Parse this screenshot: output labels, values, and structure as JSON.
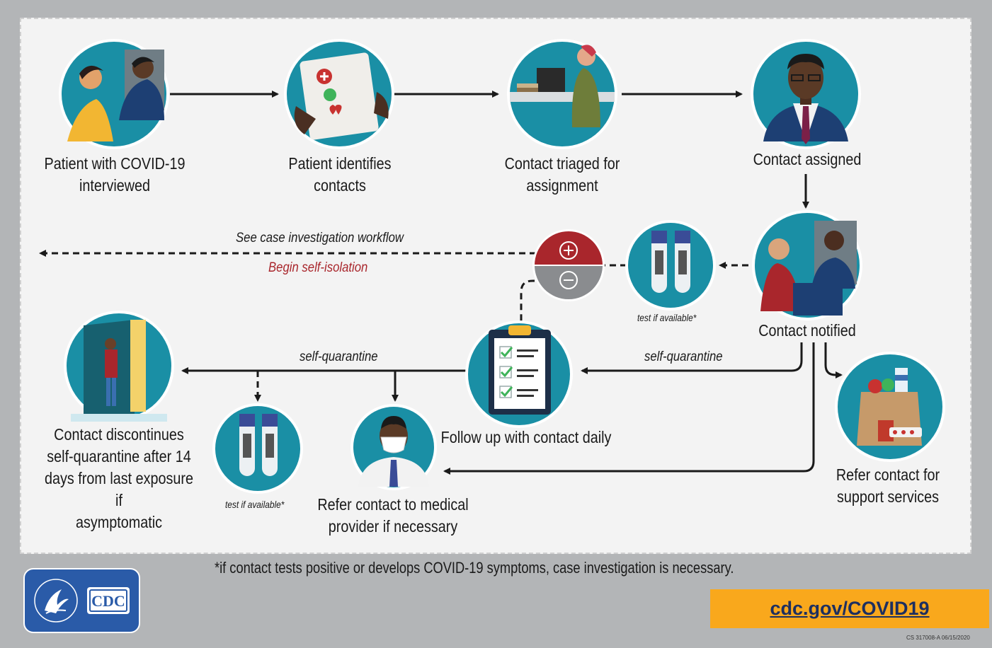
{
  "steps": {
    "interview": [
      "Patient with COVID-19",
      "interviewed"
    ],
    "identify": "Patient identifies contacts",
    "triage": [
      "Contact triaged for",
      "assignment"
    ],
    "assigned": "Contact assigned",
    "notified": "Contact notified",
    "followup": "Follow up with contact daily",
    "discontinue": [
      "Contact discontinues",
      "self-quarantine after 14",
      "days from last exposure if",
      "asymptomatic"
    ],
    "refer_medical": [
      "Refer contact to medical",
      "provider if necessary"
    ],
    "refer_support": [
      "Refer contact for",
      "support services"
    ]
  },
  "edge_labels": {
    "case_investigation": "See case investigation workflow",
    "self_isolation": "Begin self-isolation",
    "self_quarantine": "self-quarantine",
    "test_if_available": "test if available*"
  },
  "footnote": "*if contact tests positive or develops COVID-19 symptoms, case investigation is necessary.",
  "url": "cdc.gov/COVID19",
  "logo": "CDC",
  "doc_code": "CS 317008-A   06/15/2020",
  "colors": {
    "circle": "#1a8fa5",
    "positive": "#a9262c",
    "negative": "#8a8c8f",
    "isolation_text": "#a9262c",
    "url_bg": "#f9a81c",
    "url_text": "#1d2f60"
  }
}
